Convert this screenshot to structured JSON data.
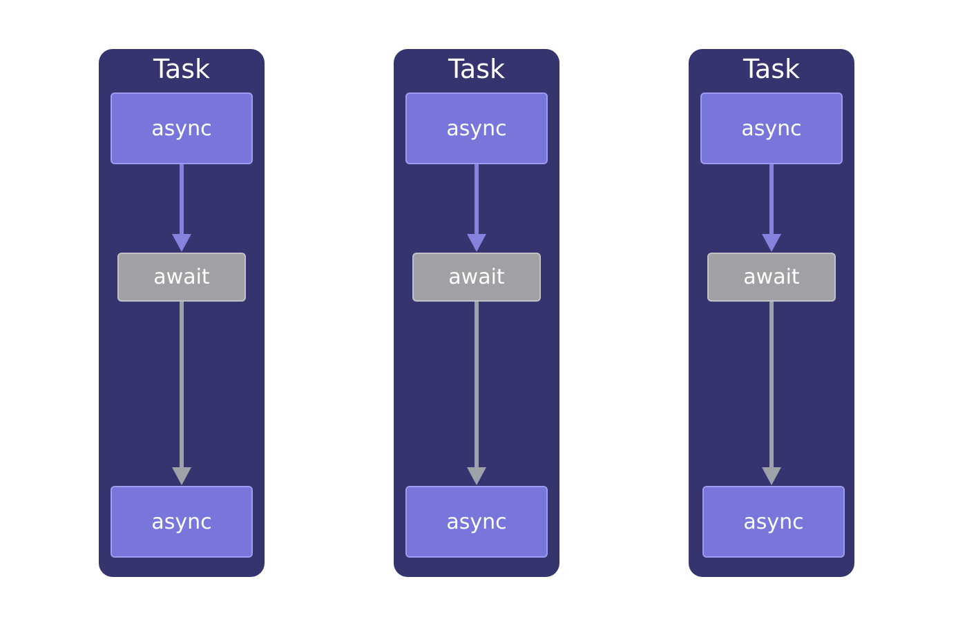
{
  "colors": {
    "task_background": "#35346e",
    "async_node": "#7876db",
    "await_node": "#a1a1a5",
    "async_arrow": "#8683df",
    "await_arrow": "#9ea3ab"
  },
  "tasks": [
    {
      "title": "Task",
      "top_label": "async",
      "middle_label": "await",
      "bottom_label": "async"
    },
    {
      "title": "Task",
      "top_label": "async",
      "middle_label": "await",
      "bottom_label": "async"
    },
    {
      "title": "Task",
      "top_label": "async",
      "middle_label": "await",
      "bottom_label": "async"
    }
  ]
}
